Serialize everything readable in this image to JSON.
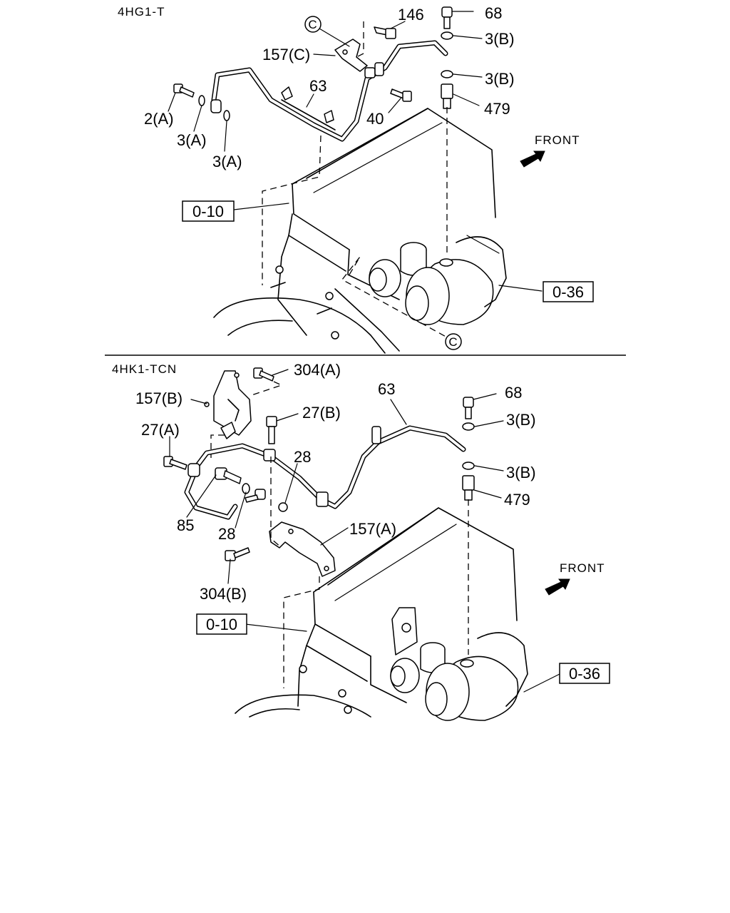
{
  "sections": [
    {
      "title": "4HG1-T",
      "front": "FRONT",
      "refs": [
        "0-10",
        "0-36"
      ],
      "circle_mark": "C",
      "callouts": [
        "146",
        "68",
        "3(B)",
        "157(C)",
        "3(B)",
        "63",
        "479",
        "2(A)",
        "40",
        "3(A)",
        "3(A)"
      ]
    },
    {
      "title": "4HK1-TCN",
      "front": "FRONT",
      "refs": [
        "0-10",
        "0-36"
      ],
      "callouts": [
        "304(A)",
        "63",
        "68",
        "157(B)",
        "27(B)",
        "3(B)",
        "27(A)",
        "28",
        "3(B)",
        "479",
        "85",
        "28",
        "157(A)",
        "304(B)"
      ]
    }
  ],
  "colors": {
    "line": "#000000",
    "background": "#ffffff"
  }
}
